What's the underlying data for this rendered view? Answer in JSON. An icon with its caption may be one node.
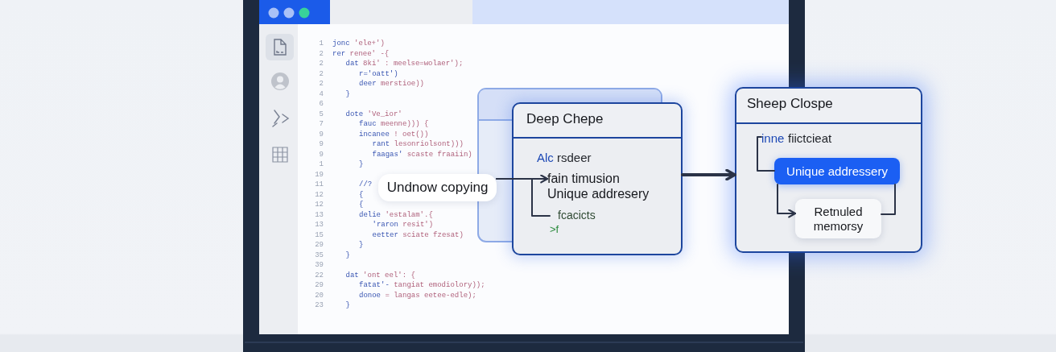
{
  "diagram": {
    "nodes": [
      {
        "text": [
          "Undnow copying"
        ]
      },
      {
        "text": [
          "Deep Chepe",
          "Alc",
          "rsdeer"
        ]
      },
      {
        "text": [
          "fain timusion Unique addresery"
        ],
        "in": 1
      },
      {
        "text": [
          "fcacicts",
          ">f"
        ],
        "in": 1
      },
      {
        "text": [
          "Sheep Clospe"
        ]
      },
      {
        "text": [
          "inne",
          "fiictcieat"
        ],
        "in": 4
      },
      {
        "text": [
          "Unique addressery"
        ],
        "in": 4
      },
      {
        "text": [
          "Retnuled memorsy"
        ],
        "in": 4
      }
    ],
    "edges": [
      {
        "from": 0,
        "to": 2,
        "arrow": "to"
      },
      {
        "from": 0,
        "to": 3,
        "arrow": "none"
      },
      {
        "from": 1,
        "to": 4,
        "arrow": "to",
        "style": "thick"
      },
      {
        "from": 5,
        "to": 6,
        "arrow": "none"
      },
      {
        "from": 6,
        "to": 7,
        "arrow": "to"
      },
      {
        "from": 7,
        "to": 6,
        "arrow": "none"
      }
    ],
    "labels": [
      "1",
      "jonc 'ele+')",
      "2",
      "rer renee' -{",
      "2",
      "dat 8ki' : meelse=wolaer');",
      "2",
      "r='oatt')",
      "2",
      "deer merstioe))",
      "4",
      "}",
      "6",
      "5",
      "dote 'Ve_ior'",
      "7",
      "fauc meenne))) {",
      "9",
      "incanee ! oet())",
      "9",
      "rant lesonriolsont)))",
      "9",
      "faagas' scaste fraaiin)",
      "1",
      "}",
      "19",
      "11",
      "//?",
      "12",
      "{",
      "12",
      "{",
      "13",
      "delie 'estalam'.{",
      "13",
      "'raron resit')",
      "15",
      "eetter sciate fzesat)",
      "29",
      "}",
      "35",
      "}",
      "39",
      "22",
      "dat 'ont eel': {",
      "29",
      "fatat'- tangiat emodiolory));",
      "20",
      "donoe = langas eetee-edle);",
      "23",
      "}"
    ]
  }
}
